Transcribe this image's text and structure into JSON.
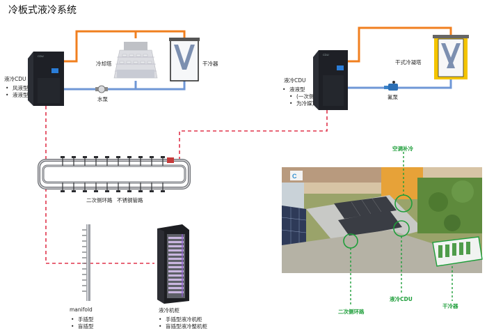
{
  "title": "冷板式液冷系统",
  "left_system": {
    "cdu_label": "液冷CDU",
    "cdu_types": [
      "风液型",
      "液液型"
    ],
    "cooling_tower_label": "冷却塔",
    "dry_cooler_label": "干冷器",
    "pump_label": "水泵"
  },
  "right_system": {
    "cdu_label": "液冷CDU",
    "cdu_types": [
      "液液型",
      "(一次侧",
      "为冷媒)"
    ],
    "dry_condenser_label": "干式冷凝塔",
    "pump_label": "氟泵"
  },
  "loop": {
    "label_secondary": "二次侧环路",
    "label_pipe": "不锈钢管路"
  },
  "manifold": {
    "label": "manifold",
    "types": [
      "手插型",
      "盲插型"
    ]
  },
  "cabinet": {
    "label": "液冷机柜",
    "types": [
      "手插型液冷机柜",
      "盲插型液冷整机柜"
    ]
  },
  "site_callouts": {
    "ac_supplement": "空调补冷",
    "secondary_loop": "二次侧环路",
    "cdu": "液冷CDU",
    "dry_cooler": "干冷器"
  },
  "colors": {
    "hot_pipe": "#f07f1f",
    "cold_pipe": "#6f97d6",
    "dashed_link": "#e0334a",
    "callout_green": "#1e9e3a"
  }
}
